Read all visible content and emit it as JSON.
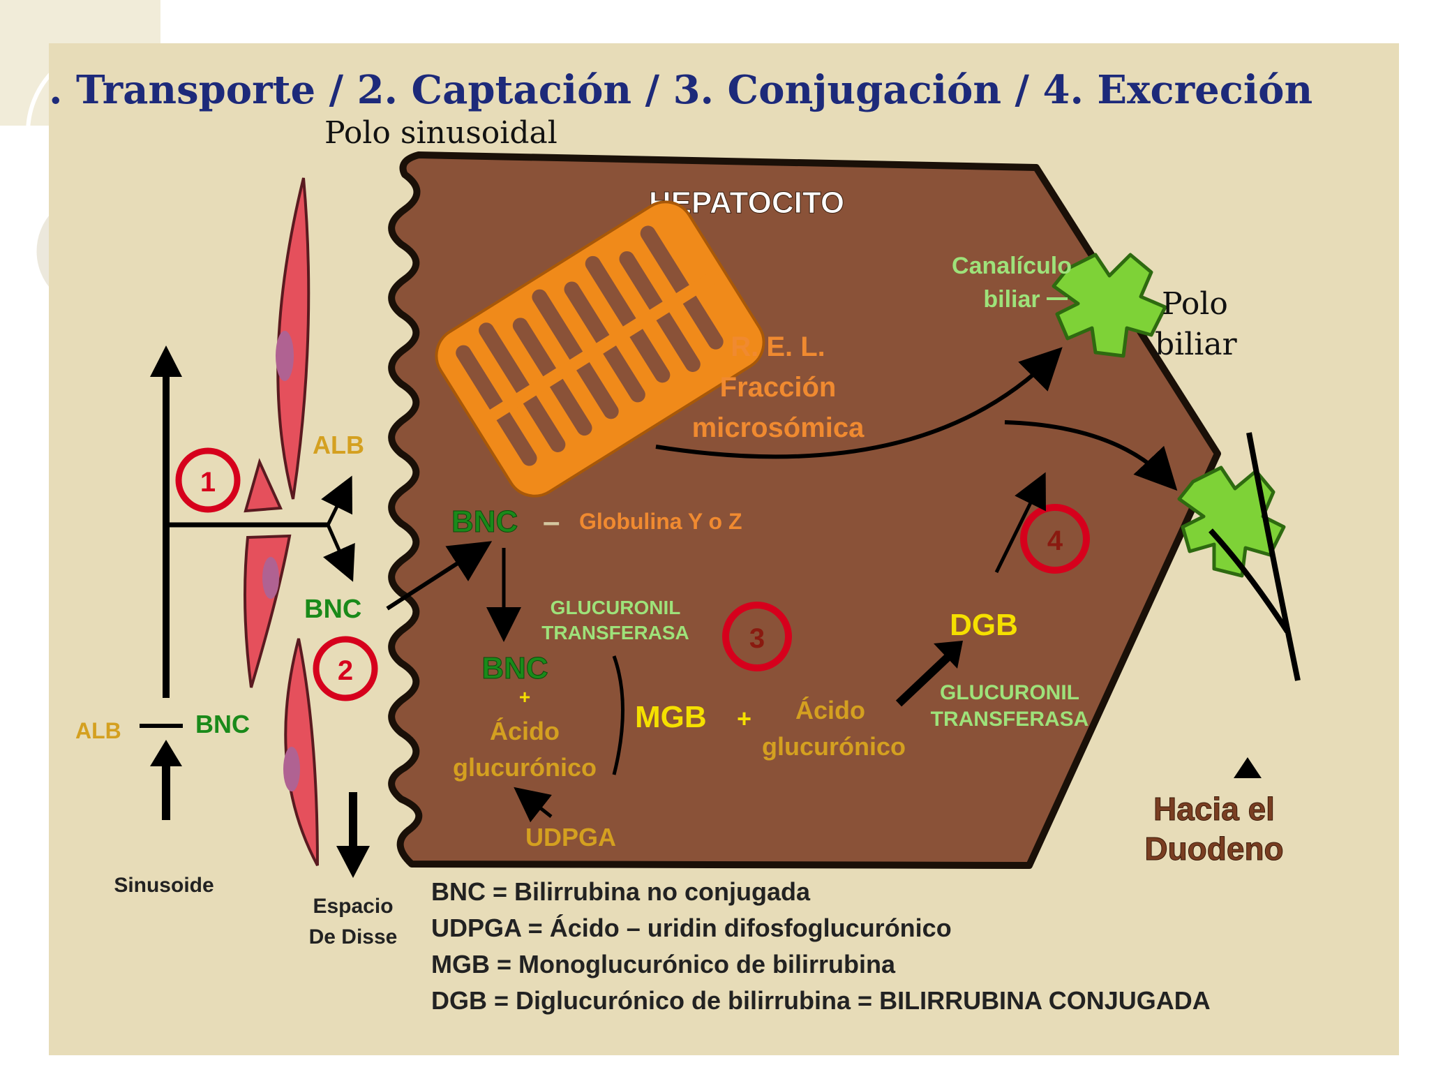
{
  "title": {
    "text": ". Transporte / 2. Captación / 3. Conjugación  / 4. Excreción",
    "color": "#1d2a7a"
  },
  "colors": {
    "slide_bg": "#ffffff",
    "panel_bg": "#e7dcb8",
    "hepatocyte_fill": "#8a5238",
    "rel_fill": "#f08a1a",
    "canaliculus_fill": "#7ed237",
    "endothelial_fill": "#e5505c",
    "nucleus_fill": "#b06292",
    "circle_stroke": "#d6001c",
    "green_text": "#1a8a1a",
    "yellow_text": "#f5e000",
    "gold_text": "#d4a020",
    "orange_text": "#f08a30",
    "lightgreen_text": "#9ee27a",
    "brown_text": "#7a3e22"
  },
  "labels": {
    "polo_sinusoidal": "Polo sinusoidal",
    "hepatocito": "HEPATOCITO",
    "canaliculo_line1": "Canalículo",
    "canaliculo_line2": "biliar",
    "polo_biliar_line1": "Polo",
    "polo_biliar_line2": "biliar",
    "rel_line1": "R. E. L.",
    "rel_line2": "Fracción",
    "rel_line3": "microsómica",
    "alb_top": "ALB",
    "bnc_outer": "BNC",
    "bnc_globulina": "BNC",
    "dash": "–",
    "globulina": "Globulina Y o Z",
    "glucuronil1_line1": "GLUCURONIL",
    "glucuronil1_line2": "TRANSFERASA",
    "bnc_inner": "BNC",
    "plus1": "+",
    "acido1_line1": "Ácido",
    "acido1_line2": "glucurónico",
    "mgb": "MGB",
    "plus2": "+",
    "acido2_line1": "Ácido",
    "acido2_line2": "glucurónico",
    "dgb": "DGB",
    "glucuronil2_line1": "GLUCURONIL",
    "glucuronil2_line2": "TRANSFERASA",
    "udpga": "UDPGA",
    "alb_bottom": "ALB",
    "bnc_bottom": "BNC",
    "sinusoide": "Sinusoide",
    "espacio_line1": "Espacio",
    "espacio_line2": "De Disse",
    "hacia_line1": "Hacia el",
    "hacia_line2": "Duodeno",
    "step1": "1",
    "step2": "2",
    "step3": "3",
    "step4": "4"
  },
  "legend": [
    "BNC = Bilirrubina no conjugada",
    "UDPGA = Ácido – uridin difosfoglucurónico",
    "MGB = Monoglucurónico de bilirrubina",
    "DGB = Diglucurónico de bilirrubina = BILIRRUBINA CONJUGADA"
  ]
}
